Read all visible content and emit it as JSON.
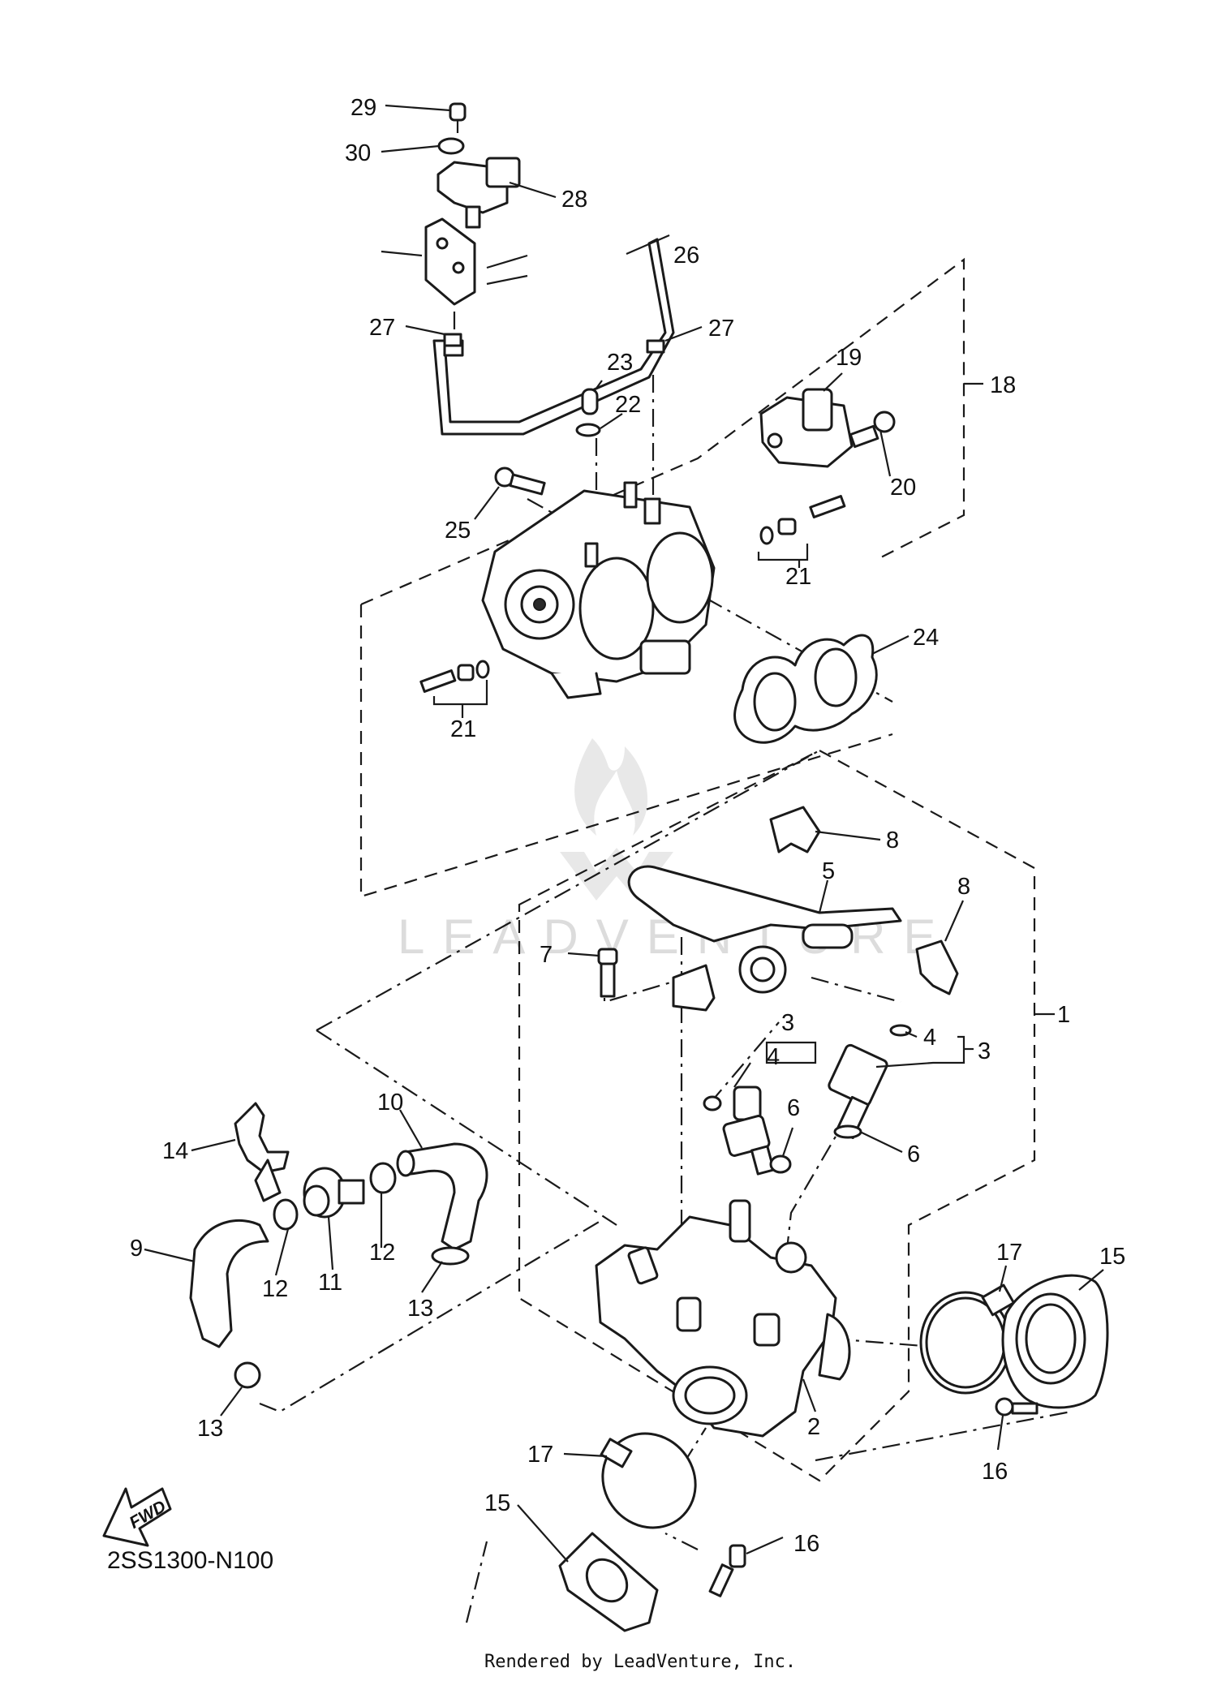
{
  "diagram": {
    "reference_code": "2SS1300-N100",
    "footer_credit": "Rendered by LeadVenture, Inc.",
    "watermark": "LEADVENTURE",
    "fwd_label": "FWD",
    "callouts": {
      "c1": "1",
      "c2": "2",
      "c3a": "3",
      "c3b": "3",
      "c4a": "4",
      "c4b": "4",
      "c5": "5",
      "c6a": "6",
      "c6b": "6",
      "c7": "7",
      "c8a": "8",
      "c8b": "8",
      "c9": "9",
      "c10": "10",
      "c11": "11",
      "c12a": "12",
      "c12b": "12",
      "c13a": "13",
      "c13b": "13",
      "c14": "14",
      "c15a": "15",
      "c15b": "15",
      "c16a": "16",
      "c16b": "16",
      "c17a": "17",
      "c17b": "17",
      "c18": "18",
      "c19": "19",
      "c20": "20",
      "c21a": "21",
      "c21b": "21",
      "c22": "22",
      "c23": "23",
      "c24": "24",
      "c25": "25",
      "c26": "26",
      "c27a": "27",
      "c27b": "27",
      "c28": "28",
      "c29": "29",
      "c30": "30"
    }
  }
}
